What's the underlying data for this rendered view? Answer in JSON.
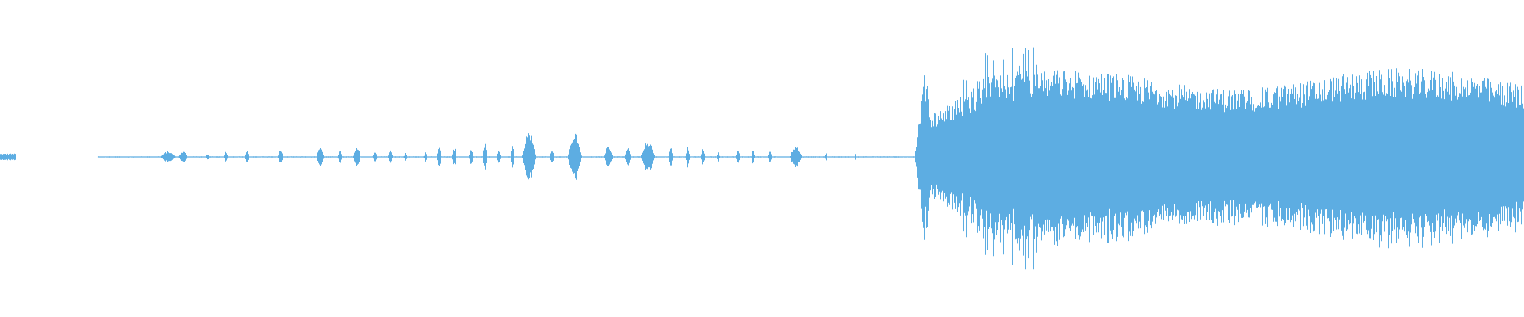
{
  "waveform": {
    "color": "#5dade2",
    "background": "#ffffff",
    "duration_fraction_total": 1.0,
    "segments": [
      {
        "start": 0.0,
        "end": 0.01,
        "level": 0.03
      },
      {
        "start": 0.064,
        "end": 0.6,
        "level": 0.005
      },
      {
        "start": 0.6,
        "end": 1.0,
        "level": 0.0
      }
    ],
    "bursts": [
      {
        "pos": 0.11,
        "width": 0.01,
        "level": 0.05
      },
      {
        "pos": 0.12,
        "width": 0.006,
        "level": 0.05
      },
      {
        "pos": 0.136,
        "width": 0.002,
        "level": 0.03
      },
      {
        "pos": 0.148,
        "width": 0.003,
        "level": 0.05
      },
      {
        "pos": 0.162,
        "width": 0.003,
        "level": 0.06
      },
      {
        "pos": 0.184,
        "width": 0.004,
        "level": 0.06
      },
      {
        "pos": 0.21,
        "width": 0.005,
        "level": 0.08
      },
      {
        "pos": 0.223,
        "width": 0.003,
        "level": 0.06
      },
      {
        "pos": 0.234,
        "width": 0.005,
        "level": 0.08
      },
      {
        "pos": 0.246,
        "width": 0.003,
        "level": 0.06
      },
      {
        "pos": 0.256,
        "width": 0.003,
        "level": 0.07
      },
      {
        "pos": 0.266,
        "width": 0.002,
        "level": 0.05
      },
      {
        "pos": 0.279,
        "width": 0.002,
        "level": 0.06
      },
      {
        "pos": 0.288,
        "width": 0.003,
        "level": 0.08
      },
      {
        "pos": 0.298,
        "width": 0.003,
        "level": 0.08
      },
      {
        "pos": 0.309,
        "width": 0.003,
        "level": 0.08
      },
      {
        "pos": 0.318,
        "width": 0.003,
        "level": 0.12
      },
      {
        "pos": 0.327,
        "width": 0.003,
        "level": 0.08
      },
      {
        "pos": 0.336,
        "width": 0.002,
        "level": 0.1
      },
      {
        "pos": 0.347,
        "width": 0.009,
        "level": 0.22
      },
      {
        "pos": 0.362,
        "width": 0.003,
        "level": 0.08
      },
      {
        "pos": 0.377,
        "width": 0.009,
        "level": 0.22
      },
      {
        "pos": 0.399,
        "width": 0.006,
        "level": 0.1
      },
      {
        "pos": 0.412,
        "width": 0.004,
        "level": 0.08
      },
      {
        "pos": 0.425,
        "width": 0.009,
        "level": 0.14
      },
      {
        "pos": 0.44,
        "width": 0.003,
        "level": 0.1
      },
      {
        "pos": 0.451,
        "width": 0.003,
        "level": 0.09
      },
      {
        "pos": 0.461,
        "width": 0.003,
        "level": 0.07
      },
      {
        "pos": 0.471,
        "width": 0.002,
        "level": 0.05
      },
      {
        "pos": 0.484,
        "width": 0.003,
        "level": 0.07
      },
      {
        "pos": 0.494,
        "width": 0.002,
        "level": 0.06
      },
      {
        "pos": 0.505,
        "width": 0.002,
        "level": 0.06
      },
      {
        "pos": 0.522,
        "width": 0.008,
        "level": 0.09
      },
      {
        "pos": 0.542,
        "width": 0.001,
        "level": 0.05
      },
      {
        "pos": 0.561,
        "width": 0.001,
        "level": 0.03
      }
    ],
    "loud_section": {
      "start": 0.6,
      "attack_peak_pos": 0.606,
      "attack_peak_level": 0.72,
      "ramp_end": 0.64,
      "sustain_level_min": 0.6,
      "sustain_level_max": 0.78,
      "end": 1.0
    }
  }
}
